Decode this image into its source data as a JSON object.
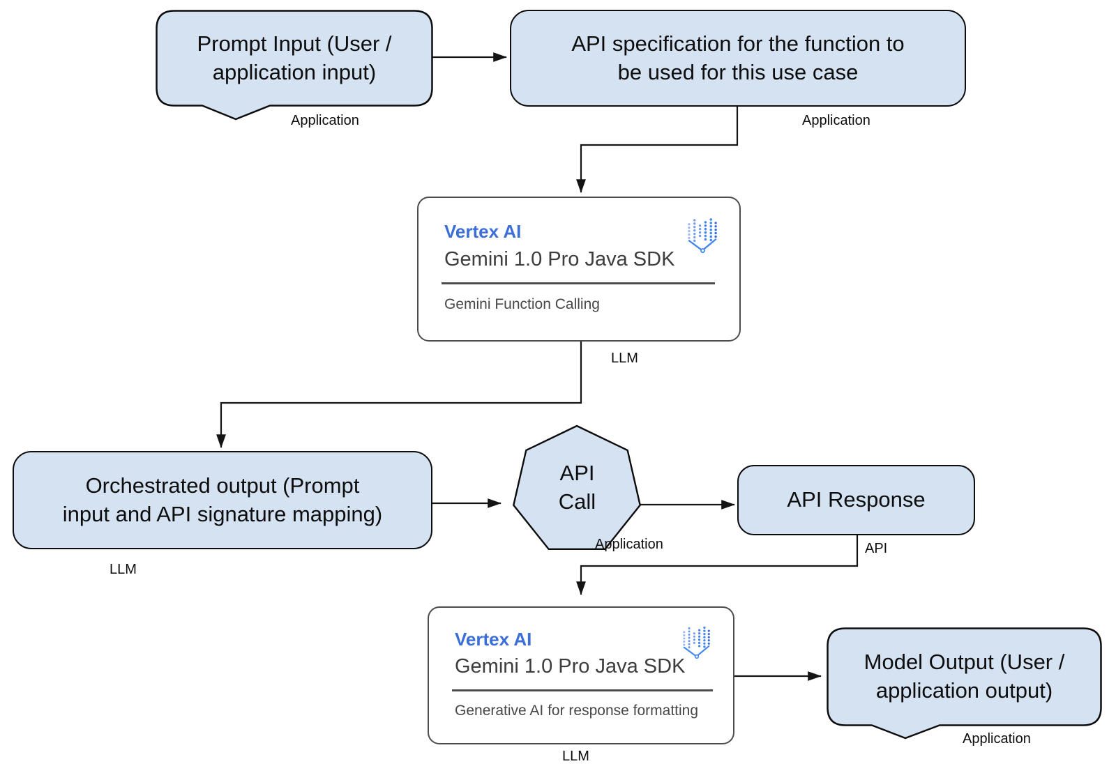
{
  "diagram_title": "Gemini function calling flow",
  "nodes": {
    "prompt_input": {
      "label": "Prompt Input (User /\napplication input)",
      "tag": "Application",
      "shape": "callout"
    },
    "api_spec": {
      "label": "API specification for the function to\nbe used for this use case",
      "tag": "Application",
      "shape": "rounded-rect"
    },
    "llm_function_calling": {
      "product": "Vertex AI",
      "sdk": "Gemini 1.0 Pro Java SDK",
      "feature": "Gemini Function Calling",
      "tag": "LLM",
      "shape": "card",
      "icon": "vertex-ai-icon"
    },
    "orchestrated_output": {
      "label": "Orchestrated output (Prompt\ninput and API signature mapping)",
      "tag": "LLM",
      "shape": "rounded-rect"
    },
    "api_call": {
      "label": "API\nCall",
      "tag": "Application",
      "shape": "heptagon"
    },
    "api_response": {
      "label": "API Response",
      "tag": "API",
      "shape": "rounded-rect"
    },
    "llm_response_formatting": {
      "product": "Vertex AI",
      "sdk": "Gemini 1.0 Pro Java SDK",
      "feature": "Generative AI for response formatting",
      "tag": "LLM",
      "shape": "card",
      "icon": "vertex-ai-icon"
    },
    "model_output": {
      "label": "Model Output (User /\napplication output)",
      "tag": "Application",
      "shape": "callout"
    }
  },
  "edges": [
    {
      "from": "prompt_input",
      "to": "api_spec"
    },
    {
      "from": "api_spec",
      "to": "llm_function_calling"
    },
    {
      "from": "llm_function_calling",
      "to": "orchestrated_output"
    },
    {
      "from": "orchestrated_output",
      "to": "api_call"
    },
    {
      "from": "api_call",
      "to": "api_response"
    },
    {
      "from": "api_response",
      "to": "llm_response_formatting"
    },
    {
      "from": "llm_response_formatting",
      "to": "model_output"
    }
  ],
  "colors": {
    "node_fill": "#d5e2f2",
    "node_stroke": "#0d0d0d",
    "card_stroke": "#4c4c4c",
    "vertex_ai_blue": "#3b6fd7",
    "icon_blue": "#4285f4",
    "connector": "#141414"
  }
}
